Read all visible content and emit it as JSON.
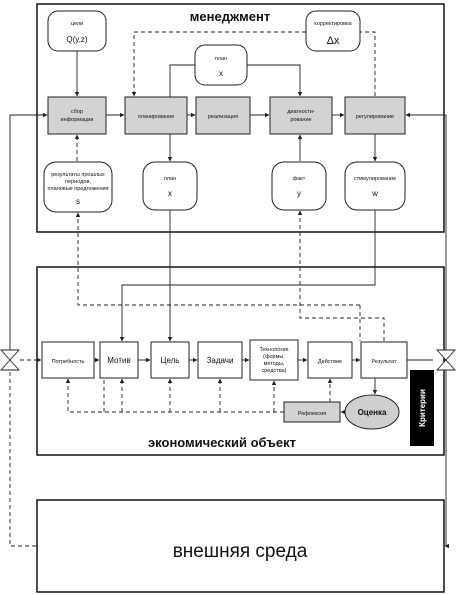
{
  "management": {
    "title": "менеджмент",
    "goals": {
      "label": "цели",
      "symbol": "Q(y,z)"
    },
    "correction": {
      "label": "корректировка",
      "symbol": "Δx"
    },
    "plan_top": {
      "label": "план",
      "symbol": "x"
    },
    "processes": {
      "collect": [
        "сбор",
        "информации"
      ],
      "planning": "планирование",
      "realization": "реализация",
      "diagnostics": [
        "диагности-",
        "рование"
      ],
      "regulation": "регулирование"
    },
    "past_results": {
      "lines": [
        "результаты прошлых",
        "периодов,",
        "плановые предложения"
      ],
      "symbol": "s"
    },
    "plan_bottom": {
      "label": "план",
      "symbol": "x"
    },
    "fact": {
      "label": "факт",
      "symbol": "y"
    },
    "stimulation": {
      "label": "стимулирование",
      "symbol": "w"
    }
  },
  "object": {
    "title": "экономический объект",
    "chain": {
      "need": "Потребность",
      "motive": "Мотив",
      "goal": "Цель",
      "tasks": "Задачи",
      "tech": [
        "Технология",
        "(формы,",
        "методы,",
        "средства)"
      ],
      "action": "Действие",
      "result": "Результат"
    },
    "reflection": "Рефлексия",
    "evaluation": "Оценка",
    "criteria": "Критерии"
  },
  "environment": {
    "title": "внешняя среда"
  },
  "colors": {
    "process_fill": "#d3d3d3",
    "eval_fill": "#cfcfcf",
    "criteria_fill": "#000000",
    "line": "#222222"
  }
}
